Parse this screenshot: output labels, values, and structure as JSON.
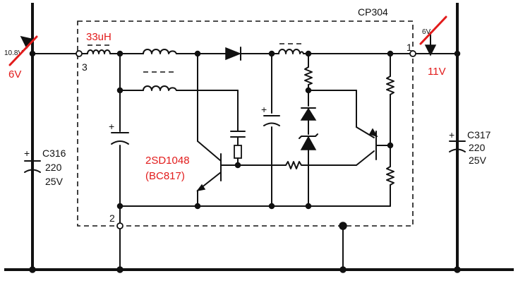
{
  "module": {
    "label": "CP304"
  },
  "pins": {
    "pin3": "3",
    "pin2": "2",
    "pin1": "1"
  },
  "capacitors": {
    "c316": {
      "name": "C316",
      "value": "220",
      "voltage": "25V"
    },
    "c317": {
      "name": "C317",
      "value": "220",
      "voltage": "25V"
    }
  },
  "original_voltages": {
    "input": "10.8V",
    "output": "6V"
  },
  "annotations": {
    "inductor": "33uH",
    "input_voltage": "6V",
    "output_voltage": "11V",
    "transistor_part": "2SD1048",
    "transistor_equiv": "(BC817)"
  },
  "colors": {
    "ink": "#111111",
    "annotation": "#e21b1b",
    "background": "#ffffff"
  },
  "icons": [
    "inductor-icon",
    "diode-icon",
    "zener-diode-icon",
    "capacitor-icon",
    "electrolytic-capacitor-icon",
    "resistor-icon",
    "npn-transistor-icon",
    "terminal-icon",
    "junction-icon",
    "strike-line-icon"
  ]
}
